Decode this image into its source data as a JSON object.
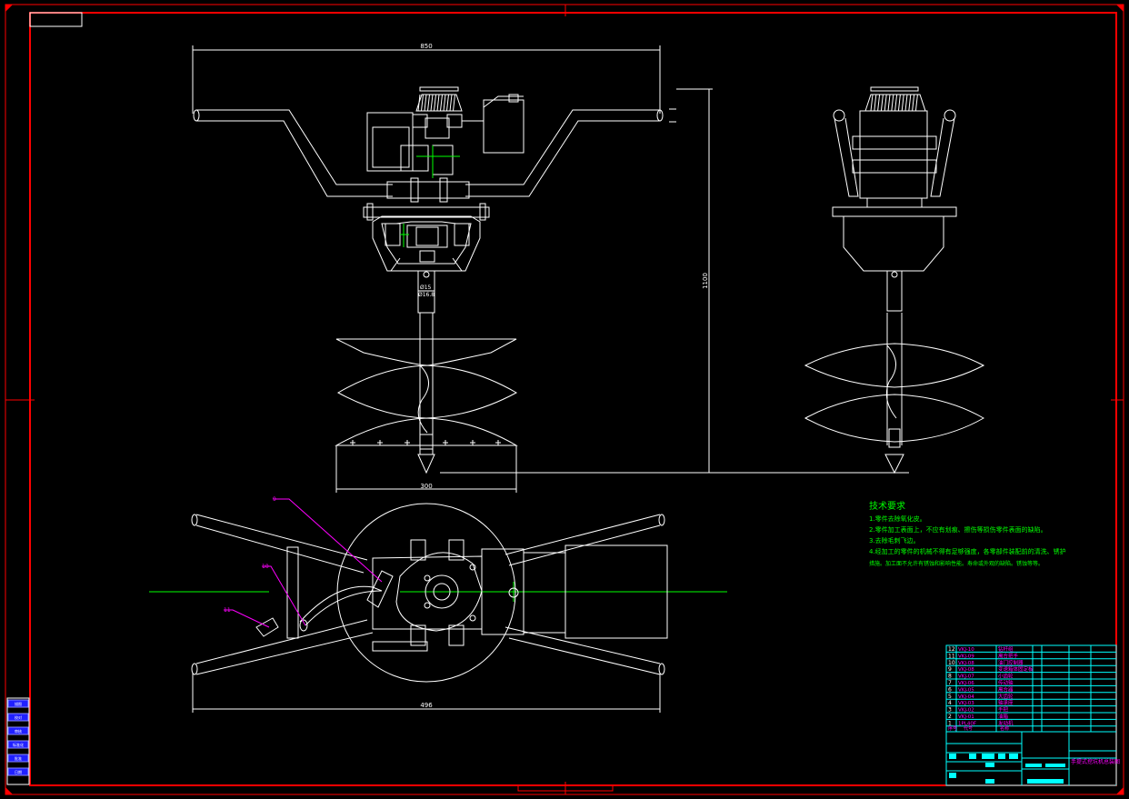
{
  "dimensions": {
    "top_width": "850",
    "height_total": "1100",
    "auger_width": "300",
    "shaft_d1": "Ø15",
    "shaft_d2": "Ø16.8",
    "plan_width": "496"
  },
  "leaders": {
    "l9": "9",
    "l10": "10",
    "l11": "11"
  },
  "notes": {
    "title": "技术要求",
    "line1": "1.零件去除氧化皮。",
    "line2": "2.零件加工表面上，不应有划痕、擦伤等损伤零件表面的缺陷。",
    "line3": "3.去除毛刺飞边。",
    "line4": "4.经加工的零件的机械不得有足够强度，各零部件装配前的清洗、锈护",
    "line5": "措施。加工面不允许有锈蚀和影响性能。寿命或外观的缺陷。锈蚀等等。"
  },
  "bom": [
    {
      "no": "12",
      "code": "VKJ-10",
      "name": "钻杆组"
    },
    {
      "no": "11",
      "code": "VKJ-09",
      "name": "离合把手"
    },
    {
      "no": "10",
      "code": "VKJ-08",
      "name": "油门控制器"
    },
    {
      "no": "9",
      "code": "VKJ-08",
      "name": "变速箱体固定板"
    },
    {
      "no": "8",
      "code": "VKJ-07",
      "name": "小齿轮"
    },
    {
      "no": "7",
      "code": "VKJ-06",
      "name": "传动轴"
    },
    {
      "no": "6",
      "code": "VKJ-05",
      "name": "离合器"
    },
    {
      "no": "5",
      "code": "VKJ-04",
      "name": "大齿轮"
    },
    {
      "no": "4",
      "code": "VKJ-03",
      "name": "轴承座"
    },
    {
      "no": "3",
      "code": "VKJ-02",
      "name": "手把"
    },
    {
      "no": "2",
      "code": "VKJ-01",
      "name": "油箱"
    },
    {
      "no": "1",
      "code": "1PL40F",
      "name": "发动机"
    }
  ],
  "bom_header": {
    "no": "序号",
    "code": "代号",
    "name": "名称"
  },
  "title_block": {
    "drawing_name": "手提式挖坑机总装图"
  },
  "side_stamp": [
    "描图",
    "校对",
    "审核",
    "标准化",
    "批准",
    "日期"
  ]
}
